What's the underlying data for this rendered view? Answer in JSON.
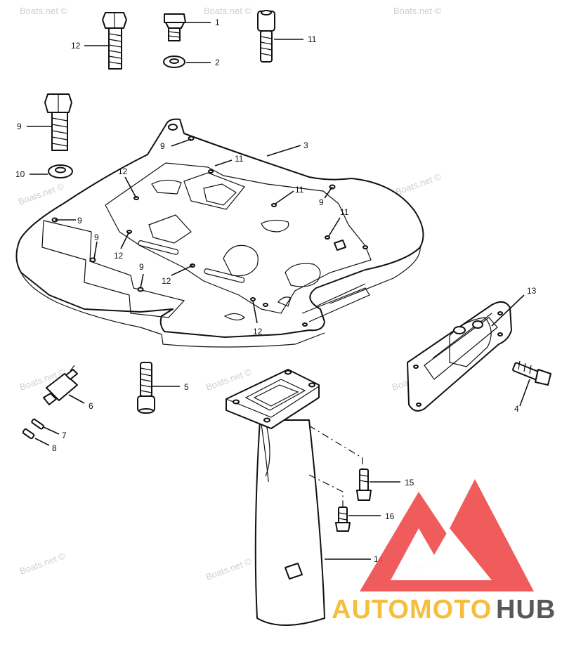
{
  "watermark_text": "Boats.net ©",
  "callouts": {
    "p1": "1",
    "p2": "2",
    "p3": "3",
    "p4": "4",
    "p5": "5",
    "p6": "6",
    "p7": "7",
    "p8": "8",
    "p9": "9",
    "p10": "10",
    "p11": "11",
    "p12": "12",
    "p13": "13",
    "p14": "14",
    "p15": "15",
    "p16": "16"
  },
  "logo": {
    "word_a": "AUTOMOTO",
    "word_b": "HUB",
    "color_a": "#f5b92e",
    "color_b": "#4a4a4a",
    "triangle_color": "#ef4f4f"
  },
  "colors": {
    "ink": "#111111",
    "watermark": "#cfcfcf"
  }
}
